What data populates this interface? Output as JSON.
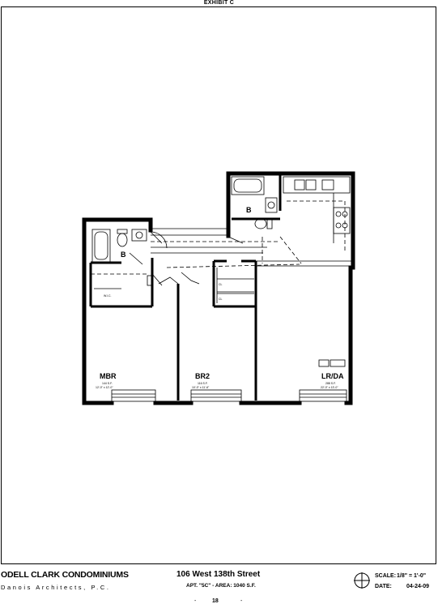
{
  "header": {
    "exhibit": "EXHIBIT C"
  },
  "rooms": {
    "bath1": {
      "label": "B"
    },
    "bath2": {
      "label": "B"
    },
    "mbr": {
      "name": "MBR",
      "area": "144 S.F.",
      "dims": "12'-0\" x 12'-0\""
    },
    "br2": {
      "name": "BR2",
      "area": "116 S.F.",
      "dims": "10'-0\" x 11'-6\""
    },
    "lrda": {
      "name": "LR/DA",
      "area": "288 S.F.",
      "dims": "22'-0\" x 13'-0\""
    },
    "closet": {
      "label": "W.I.C."
    },
    "cl1": {
      "label": "CL"
    },
    "cl2": {
      "label": "CL"
    }
  },
  "titleblock": {
    "project": "ODELL CLARK CONDOMINIUMS",
    "architect": "Danois Architects, P.C.",
    "address": "106 West 138th Street",
    "apt": "APT. \"5C\" - AREA: 1040 S.F.",
    "scale_label": "SCALE:",
    "scale_value": "1/8\" = 1'-0\"",
    "date_label": "DATE:",
    "date_value": "04-24-09",
    "page": "18",
    "dash": "-"
  }
}
